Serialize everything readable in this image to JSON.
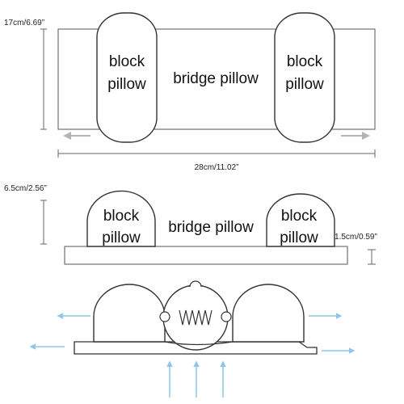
{
  "top_view": {
    "height_label": "17cm/6.69”",
    "width_label": "28cm/11.02”",
    "left_block": [
      "block",
      "pillow"
    ],
    "right_block": [
      "block",
      "pillow"
    ],
    "bridge": "bridge pillow"
  },
  "side_view": {
    "height_label": "6.5cm/2.56”",
    "base_label": "1.5cm/0.59”",
    "left_block": [
      "block",
      "pillow"
    ],
    "right_block": [
      "block",
      "pillow"
    ],
    "bridge": "bridge pillow"
  },
  "colors": {
    "outline": "#333333",
    "arrow": "#8ec6e8",
    "gray_arrow": "#b5b5b5",
    "dim_line": "#666666"
  }
}
